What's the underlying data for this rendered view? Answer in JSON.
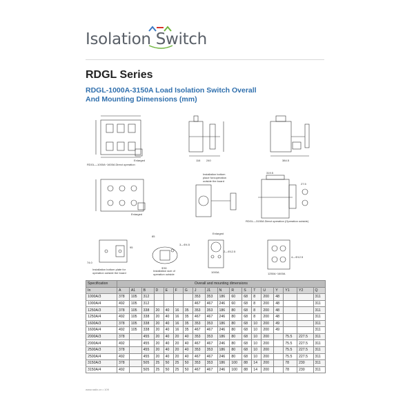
{
  "header": {
    "logo_text": "Isolation Switch"
  },
  "page": {
    "series_title": "RDGL Series",
    "subtitle_line1": "RDGL-1000A-3150A Load Isolation Switch Overall",
    "subtitle_line2": "And Mounting Dimensions (mm)",
    "footer": "www.radix.cn • 109"
  },
  "drawings": {
    "cap_direct": "RDGL—1000A~1600A Direct operation",
    "cap_enlarged_1": "Enlarged",
    "cap_enlarged_2": "Enlarged",
    "cap_enlarged_3": "Enlarged",
    "cap_install_bottom": "Installation bottom\nplace forxoperation\noutside the board",
    "cap_direct_2": "RDGL—3150A Direct operation (Operation outside)",
    "cap_install_plate": "Installation bottom plate for\noperation outside the board",
    "cap_install_size": "Installation size of\noperation outside",
    "cap_1000a": "1000A",
    "cap_1250a": "1250A~1600A",
    "dim_240": "240",
    "dim_116": "116",
    "dim_384": "384.5",
    "dim_319": "319.5",
    "dim_phi45": "3—Φ4.5",
    "dim_phi125a": "2—Φ12.5",
    "dim_phi125b": "4—Φ12.5",
    "dim_phi30": "Φ30",
    "dim_740": "74.0",
    "dim_85": "85",
    "dim_95": "95",
    "dim_272": "27.5"
  },
  "table": {
    "spec_label": "Specification",
    "dims_label": "Overall and mounting dimensions",
    "columns": [
      "In",
      "A",
      "A1",
      "B",
      "D",
      "E",
      "F",
      "G",
      "J",
      "J1",
      "N",
      "R",
      "S",
      "T",
      "U",
      "Y",
      "Y1",
      "Y2",
      "Q"
    ],
    "rows": [
      [
        "1000A/3",
        "378",
        "105",
        "312",
        "",
        "",
        "",
        "",
        "353",
        "353",
        "186",
        "60",
        "68",
        "8",
        "200",
        "48",
        "",
        "",
        "311"
      ],
      [
        "1000A/4",
        "492",
        "105",
        "312",
        "",
        "",
        "",
        "",
        "467",
        "467",
        "246",
        "60",
        "68",
        "8",
        "200",
        "48",
        "",
        "",
        "311"
      ],
      [
        "1250A/3",
        "378",
        "105",
        "338",
        "20",
        "40",
        "16",
        "35",
        "353",
        "353",
        "186",
        "80",
        "68",
        "8",
        "200",
        "48",
        "",
        "",
        "311"
      ],
      [
        "1250A/4",
        "492",
        "105",
        "338",
        "20",
        "40",
        "16",
        "35",
        "467",
        "467",
        "246",
        "80",
        "68",
        "8",
        "200",
        "48",
        "",
        "",
        "311"
      ],
      [
        "1600A/3",
        "378",
        "105",
        "338",
        "20",
        "40",
        "16",
        "35",
        "353",
        "353",
        "186",
        "80",
        "68",
        "10",
        "200",
        "49",
        "",
        "",
        "311"
      ],
      [
        "1600A/4",
        "492",
        "105",
        "338",
        "20",
        "40",
        "16",
        "35",
        "467",
        "467",
        "246",
        "80",
        "68",
        "10",
        "200",
        "49",
        "",
        "",
        "311"
      ],
      [
        "2000A/3",
        "378",
        "",
        "455",
        "20",
        "40",
        "20",
        "40",
        "353",
        "353",
        "186",
        "80",
        "68",
        "10",
        "200",
        "",
        "75.5",
        "227.5",
        "311"
      ],
      [
        "2000A/4",
        "492",
        "",
        "455",
        "20",
        "40",
        "20",
        "40",
        "467",
        "467",
        "246",
        "80",
        "68",
        "10",
        "200",
        "",
        "75.5",
        "227.5",
        "311"
      ],
      [
        "2500A/3",
        "378",
        "",
        "455",
        "20",
        "40",
        "20",
        "40",
        "353",
        "353",
        "186",
        "80",
        "68",
        "10",
        "200",
        "",
        "75.5",
        "227.5",
        "311"
      ],
      [
        "2500A/4",
        "492",
        "",
        "455",
        "20",
        "40",
        "20",
        "40",
        "467",
        "467",
        "246",
        "80",
        "68",
        "10",
        "200",
        "",
        "75.5",
        "227.5",
        "311"
      ],
      [
        "3150A/3",
        "378",
        "",
        "505",
        "25",
        "50",
        "25",
        "50",
        "353",
        "353",
        "186",
        "100",
        "88",
        "14",
        "200",
        "",
        "78",
        "230",
        "311"
      ],
      [
        "3150A/4",
        "492",
        "",
        "505",
        "25",
        "50",
        "25",
        "50",
        "467",
        "467",
        "246",
        "100",
        "88",
        "14",
        "200",
        "",
        "78",
        "230",
        "311"
      ]
    ]
  },
  "colors": {
    "title_blue": "#2f6fad",
    "logo_red": "#d9342b",
    "logo_green": "#6fb43f",
    "logo_blue": "#3a78c2"
  }
}
